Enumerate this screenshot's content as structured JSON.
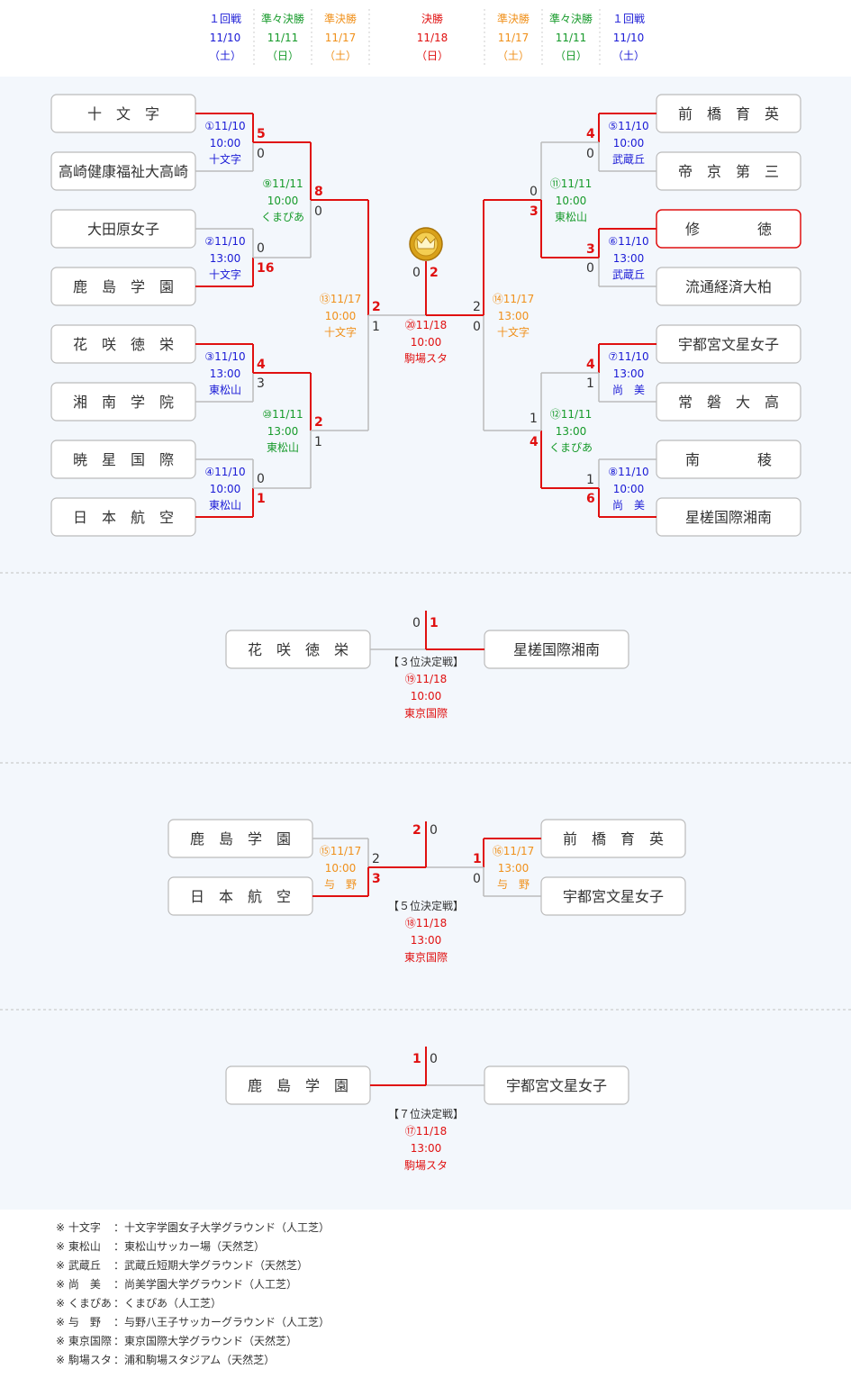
{
  "header": {
    "left": [
      {
        "round": "１回戦",
        "date": "11/10",
        "day": "（土）",
        "color": "#1a1ad6"
      },
      {
        "round": "準々決勝",
        "date": "11/11",
        "day": "（日）",
        "color": "#169a2a"
      },
      {
        "round": "準決勝",
        "date": "11/17",
        "day": "（土）",
        "color": "#f0901a"
      }
    ],
    "final": {
      "round": "決勝",
      "date": "11/18",
      "day": "（日）",
      "color": "#e01010"
    },
    "right": [
      {
        "round": "準決勝",
        "date": "11/17",
        "day": "（土）",
        "color": "#f0901a"
      },
      {
        "round": "準々決勝",
        "date": "11/11",
        "day": "（日）",
        "color": "#169a2a"
      },
      {
        "round": "１回戦",
        "date": "11/10",
        "day": "（土）",
        "color": "#1a1ad6"
      }
    ]
  },
  "colors": {
    "win": "#e01010",
    "line": "#bbbbbb",
    "r1": "#1a1ad6",
    "qf": "#169a2a",
    "sf": "#f0901a",
    "final": "#e01010",
    "bg": "#f3f7fc"
  },
  "teams_left": [
    "十　文　字",
    "高崎健康福祉大高崎",
    "大田原女子",
    "鹿　島　学　園",
    "花　咲　徳　栄",
    "湘　南　学　院",
    "暁　星　国　際",
    "日　本　航　空"
  ],
  "teams_right": [
    "前　橋　育　英",
    "帝　京　第　三",
    "修　　　　徳",
    "流通経済大柏",
    "宇都宮文星女子",
    "常　磐　大　高",
    "南　　　　稜",
    "星槎国際湘南"
  ],
  "matches": {
    "m1": {
      "no": "①",
      "date": "11/10",
      "time": "10:00",
      "venue": "十文字",
      "s_top": "5",
      "s_bot": "0"
    },
    "m2": {
      "no": "②",
      "date": "11/10",
      "time": "13:00",
      "venue": "十文字",
      "s_top": "0",
      "s_bot": "16"
    },
    "m3": {
      "no": "③",
      "date": "11/10",
      "time": "13:00",
      "venue": "東松山",
      "s_top": "4",
      "s_bot": "3"
    },
    "m4": {
      "no": "④",
      "date": "11/10",
      "time": "10:00",
      "venue": "東松山",
      "s_top": "0",
      "s_bot": "1"
    },
    "m5": {
      "no": "⑤",
      "date": "11/10",
      "time": "10:00",
      "venue": "武蔵丘",
      "s_top": "4",
      "s_bot": "0"
    },
    "m6": {
      "no": "⑥",
      "date": "11/10",
      "time": "13:00",
      "venue": "武蔵丘",
      "s_top": "3",
      "s_bot": "0"
    },
    "m7": {
      "no": "⑦",
      "date": "11/10",
      "time": "13:00",
      "venue": "尚　美",
      "s_top": "4",
      "s_bot": "1"
    },
    "m8": {
      "no": "⑧",
      "date": "11/10",
      "time": "10:00",
      "venue": "尚　美",
      "s_top": "1",
      "s_bot": "6"
    },
    "m9": {
      "no": "⑨",
      "date": "11/11",
      "time": "10:00",
      "venue": "くまぴあ",
      "s_top": "8",
      "s_bot": "0"
    },
    "m10": {
      "no": "⑩",
      "date": "11/11",
      "time": "13:00",
      "venue": "東松山",
      "s_top": "2",
      "s_bot": "1"
    },
    "m11": {
      "no": "⑪",
      "date": "11/11",
      "time": "10:00",
      "venue": "東松山",
      "s_top": "0",
      "s_bot": "3"
    },
    "m12": {
      "no": "⑫",
      "date": "11/11",
      "time": "13:00",
      "venue": "くまぴあ",
      "s_top": "1",
      "s_bot": "4"
    },
    "m13": {
      "no": "⑬",
      "date": "11/17",
      "time": "10:00",
      "venue": "十文字",
      "s_top": "2",
      "s_bot": "1"
    },
    "m14": {
      "no": "⑭",
      "date": "11/17",
      "time": "13:00",
      "venue": "十文字",
      "s_top": "2",
      "s_bot": "0"
    },
    "m20": {
      "no": "⑳",
      "date": "11/18",
      "time": "10:00",
      "venue": "駒場スタ",
      "s_left": "0",
      "s_right": "2"
    }
  },
  "third_place": {
    "team_left": "花　咲　徳　栄",
    "team_right": "星槎国際湘南",
    "title": "【３位決定戦】",
    "no": "⑲",
    "date": "11/18",
    "time": "10:00",
    "venue": "東京国際",
    "s_left": "0",
    "s_right": "1"
  },
  "fifth_place": {
    "teams_left": [
      "鹿　島　学　園",
      "日　本　航　空"
    ],
    "teams_right": [
      "前　橋　育　英",
      "宇都宮文星女子"
    ],
    "m15": {
      "no": "⑮",
      "date": "11/17",
      "time": "10:00",
      "venue": "与　野",
      "s_top": "2",
      "s_bot": "3"
    },
    "m16": {
      "no": "⑯",
      "date": "11/17",
      "time": "13:00",
      "venue": "与　野",
      "s_top": "1",
      "s_bot": "0"
    },
    "title": "【５位決定戦】",
    "no": "⑱",
    "date": "11/18",
    "time": "13:00",
    "venue": "東京国際",
    "s_left": "2",
    "s_right": "0"
  },
  "seventh_place": {
    "team_left": "鹿　島　学　園",
    "team_right": "宇都宮文星女子",
    "title": "【７位決定戦】",
    "no": "⑰",
    "date": "11/18",
    "time": "13:00",
    "venue": "駒場スタ",
    "s_left": "1",
    "s_right": "0"
  },
  "notes": [
    {
      "key": "※ 十文字",
      "value": "：十文字学園女子大学グラウンド（人工芝）"
    },
    {
      "key": "※ 東松山",
      "value": "：東松山サッカー場（天然芝）"
    },
    {
      "key": "※ 武蔵丘",
      "value": "：武蔵丘短期大学グラウンド（天然芝）"
    },
    {
      "key": "※ 尚　美",
      "value": "：尚美学園大学グラウンド（人工芝）"
    },
    {
      "key": "※ くまぴあ",
      "value": "：くまぴあ（人工芝）"
    },
    {
      "key": "※ 与　野",
      "value": "：与野八王子サッカーグラウンド（人工芝）"
    },
    {
      "key": "※ 東京国際",
      "value": "：東京国際大学グラウンド（天然芝）"
    },
    {
      "key": "※ 駒場スタ",
      "value": "：浦和駒場スタジアム（天然芝）"
    }
  ],
  "icons": {
    "trophy": "crown-medal-icon"
  }
}
